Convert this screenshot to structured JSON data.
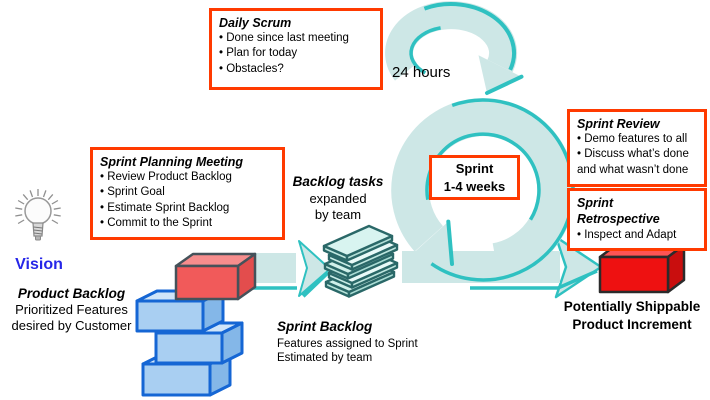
{
  "colors": {
    "loop_fill": "#cde7e6",
    "loop_accent": "#2fc1c1",
    "callout_border": "#ff3a00",
    "vision_blue": "#2626e8",
    "product_backlog_blue": "#a9cff2",
    "increment_red": "#ee1111"
  },
  "callouts": {
    "daily_scrum": {
      "title": "Daily Scrum",
      "items": [
        "• Done since last meeting",
        "• Plan for today",
        "• Obstacles?"
      ]
    },
    "sprint_planning": {
      "title": "Sprint Planning Meeting",
      "items": [
        "• Review Product Backlog",
        "• Sprint Goal",
        "• Estimate Sprint Backlog",
        "• Commit to the Sprint"
      ]
    },
    "sprint_review": {
      "title": "Sprint Review",
      "items": [
        "• Demo features to all",
        "• Discuss what’s done and what wasn’t done"
      ]
    },
    "sprint_retrospective": {
      "title": "Sprint Retrospective",
      "items": [
        "• Inspect and Adapt"
      ]
    },
    "sprint": {
      "line1": "Sprint",
      "line2": "1-4 weeks"
    }
  },
  "labels": {
    "cycle_daily": "24 hours",
    "vision": "Vision",
    "product_backlog": {
      "title": "Product Backlog",
      "line1": "Prioritized Features",
      "line2": "desired by Customer"
    },
    "backlog_tasks": {
      "title": "Backlog tasks",
      "line1": "expanded",
      "line2": "by team"
    },
    "sprint_backlog": {
      "title": "Sprint Backlog",
      "line1": "Features assigned to Sprint",
      "line2": "Estimated by team"
    },
    "increment": {
      "line1": "Potentially Shippable",
      "line2": "Product Increment"
    }
  }
}
